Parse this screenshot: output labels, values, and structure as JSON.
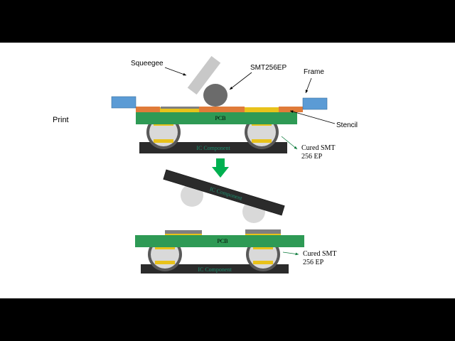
{
  "labels": {
    "print": "Print",
    "squeegee": "Squeegee",
    "smt_material": "SMT256EP",
    "frame": "Frame",
    "stencil": "Stencil",
    "pcb": "PCB",
    "ic_component": "IC Component",
    "cured_line1": "Cured SMT",
    "cured_line2": "256 EP"
  },
  "colors": {
    "background": "#ffffff",
    "letterbox": "#000000",
    "pcb": "#2e9a55",
    "stencil": "#e07b39",
    "frame": "#5b9bd5",
    "solder_paste": "#7f7f7f",
    "ball": "#d9d9d9",
    "ic_component": "#2b2b2b",
    "pad": "#e8c21a",
    "arrow": "#00b050"
  }
}
